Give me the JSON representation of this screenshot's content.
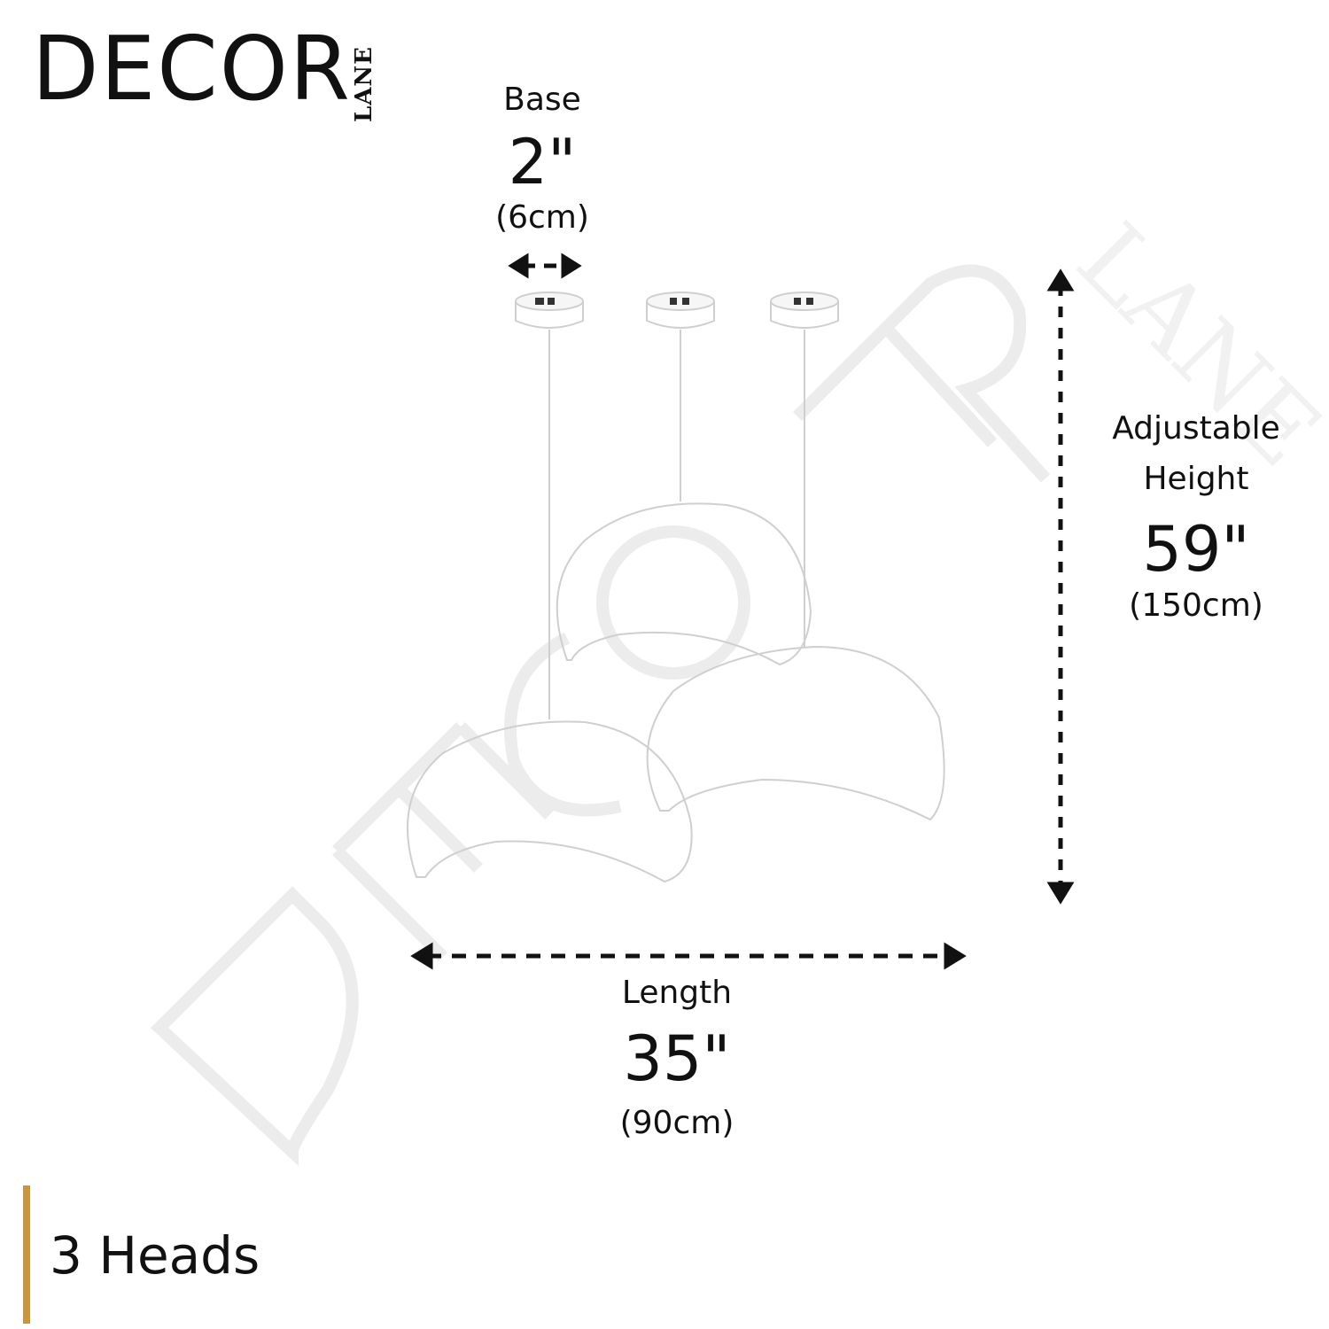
{
  "brand": {
    "name": "DECOR",
    "sub": "LANE",
    "accent": "#C8963E"
  },
  "dimensions": {
    "base": {
      "label": "Base",
      "imperial": "2\"",
      "metric": "(6cm)"
    },
    "height": {
      "label_line1": "Adjustable",
      "label_line2": "Height",
      "imperial": "59\"",
      "metric": "(150cm)"
    },
    "length": {
      "label": "Length",
      "imperial": "35\"",
      "metric": "(90cm)"
    }
  },
  "footer": {
    "text": "3 Heads"
  },
  "watermark": {
    "text": "DECOR",
    "sub": "LANE"
  }
}
